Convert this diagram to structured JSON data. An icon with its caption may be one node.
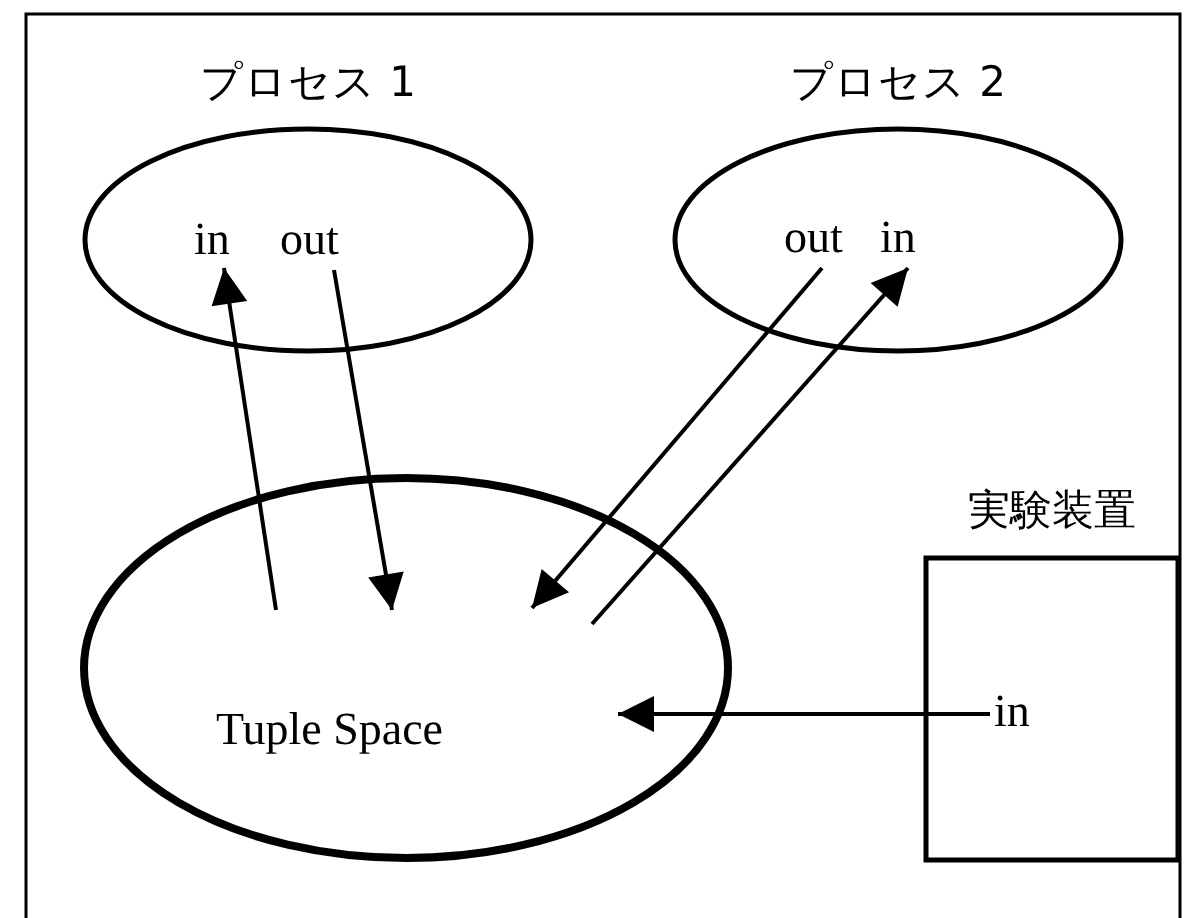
{
  "diagram": {
    "nodes": [
      {
        "text": [
          "プロセス 1"
        ]
      },
      {
        "text": [
          "in"
        ],
        "in": 0
      },
      {
        "text": [
          "out"
        ],
        "in": 0
      },
      {
        "text": [
          "プロセス 2"
        ]
      },
      {
        "text": [
          "out"
        ],
        "in": 3
      },
      {
        "text": [
          "in"
        ],
        "in": 3
      },
      {
        "text": [
          "Tuple Space"
        ]
      },
      {
        "text": [
          "実験装置"
        ]
      },
      {
        "text": [
          "in"
        ],
        "in": 7
      }
    ],
    "edges": [
      {
        "from": 6,
        "to": 1,
        "arrow": "to"
      },
      {
        "from": 2,
        "to": 6,
        "arrow": "to"
      },
      {
        "from": 4,
        "to": 6,
        "arrow": "to"
      },
      {
        "from": 6,
        "to": 5,
        "arrow": "to"
      },
      {
        "from": 8,
        "to": 6,
        "arrow": "to"
      }
    ]
  }
}
